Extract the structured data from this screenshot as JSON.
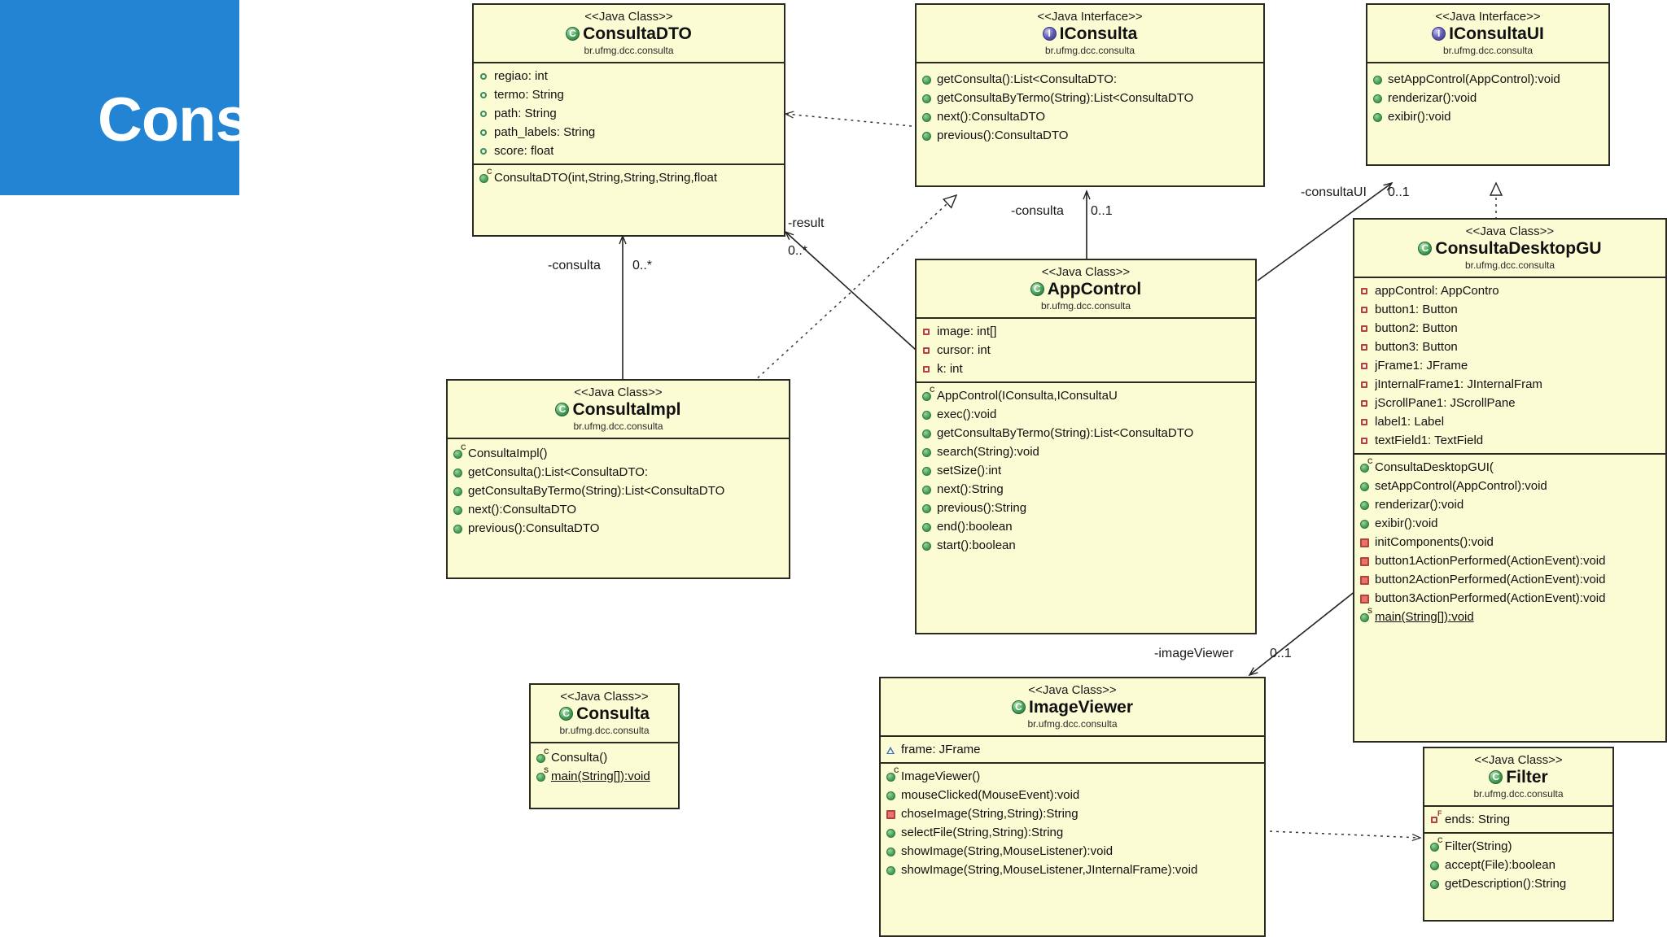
{
  "banner": {
    "title": "Consulta",
    "bg_color": "#2384d4",
    "text_color": "#ffffff"
  },
  "diagram": {
    "kind": "uml-class-diagram",
    "box_fill": "#fbfbd4",
    "box_border": "#2a2a20",
    "package": "br.ufmg.dcc.consulta",
    "stereotype_class": "<<Java Class>>",
    "stereotype_interface": "<<Java Interface>>"
  },
  "classes": [
    {
      "id": "consultadto",
      "stereotype": "<<Java Class>>",
      "name": "ConsultaDTO",
      "package": "br.ufmg.dcc.consulta",
      "icon": "class-icon",
      "attributes": [
        {
          "text": "regiao: int",
          "marker": "attr-pub"
        },
        {
          "text": "termo: String",
          "marker": "attr-pub"
        },
        {
          "text": "path: String",
          "marker": "attr-pub"
        },
        {
          "text": "path_labels: String",
          "marker": "attr-pub"
        },
        {
          "text": "score: float",
          "marker": "attr-pub"
        }
      ],
      "operations": [
        {
          "text": "ConsultaDTO(int,String,String,String,float",
          "marker": "op-pub",
          "badge": "C"
        }
      ]
    },
    {
      "id": "iconsulta",
      "stereotype": "<<Java Interface>>",
      "name": "IConsulta",
      "package": "br.ufmg.dcc.consulta",
      "icon": "interface-icon",
      "attributes": [],
      "operations": [
        {
          "text": "getConsulta():List<ConsultaDTO:",
          "marker": "op-pub"
        },
        {
          "text": "getConsultaByTermo(String):List<ConsultaDTO",
          "marker": "op-pub"
        },
        {
          "text": "next():ConsultaDTO",
          "marker": "op-pub"
        },
        {
          "text": "previous():ConsultaDTO",
          "marker": "op-pub"
        }
      ]
    },
    {
      "id": "iconsultaui",
      "stereotype": "<<Java Interface>>",
      "name": "IConsultaUI",
      "package": "br.ufmg.dcc.consulta",
      "icon": "interface-icon",
      "attributes": [],
      "operations": [
        {
          "text": "setAppControl(AppControl):void",
          "marker": "op-pub"
        },
        {
          "text": "renderizar():void",
          "marker": "op-pub"
        },
        {
          "text": "exibir():void",
          "marker": "op-pub"
        }
      ]
    },
    {
      "id": "consultaimpl",
      "stereotype": "<<Java Class>>",
      "name": "ConsultaImpl",
      "package": "br.ufmg.dcc.consulta",
      "icon": "class-icon",
      "attributes": [],
      "operations": [
        {
          "text": "ConsultaImpl()",
          "marker": "op-pub",
          "badge": "C"
        },
        {
          "text": "getConsulta():List<ConsultaDTO:",
          "marker": "op-pub"
        },
        {
          "text": "getConsultaByTermo(String):List<ConsultaDTO",
          "marker": "op-pub"
        },
        {
          "text": "next():ConsultaDTO",
          "marker": "op-pub"
        },
        {
          "text": "previous():ConsultaDTO",
          "marker": "op-pub"
        }
      ]
    },
    {
      "id": "appcontrol",
      "stereotype": "<<Java Class>>",
      "name": "AppControl",
      "package": "br.ufmg.dcc.consulta",
      "icon": "class-icon",
      "attributes": [
        {
          "text": "image: int[]",
          "marker": "attr-priv"
        },
        {
          "text": "cursor: int",
          "marker": "attr-priv"
        },
        {
          "text": "k: int",
          "marker": "attr-priv"
        }
      ],
      "operations": [
        {
          "text": "AppControl(IConsulta,IConsultaU",
          "marker": "op-pub",
          "badge": "C"
        },
        {
          "text": "exec():void",
          "marker": "op-pub"
        },
        {
          "text": "getConsultaByTermo(String):List<ConsultaDTO",
          "marker": "op-pub"
        },
        {
          "text": "search(String):void",
          "marker": "op-pub"
        },
        {
          "text": "setSize():int",
          "marker": "op-pub"
        },
        {
          "text": "next():String",
          "marker": "op-pub"
        },
        {
          "text": "previous():String",
          "marker": "op-pub"
        },
        {
          "text": "end():boolean",
          "marker": "op-pub"
        },
        {
          "text": "start():boolean",
          "marker": "op-pub"
        }
      ]
    },
    {
      "id": "consultadesktopgui",
      "stereotype": "<<Java Class>>",
      "name": "ConsultaDesktopGU",
      "package": "br.ufmg.dcc.consulta",
      "icon": "class-icon",
      "attributes": [
        {
          "text": "appControl: AppContro",
          "marker": "attr-priv"
        },
        {
          "text": "button1: Button",
          "marker": "attr-priv"
        },
        {
          "text": "button2: Button",
          "marker": "attr-priv"
        },
        {
          "text": "button3: Button",
          "marker": "attr-priv"
        },
        {
          "text": "jFrame1: JFrame",
          "marker": "attr-priv"
        },
        {
          "text": "jInternalFrame1: JInternalFram",
          "marker": "attr-priv"
        },
        {
          "text": "jScrollPane1: JScrollPane",
          "marker": "attr-priv"
        },
        {
          "text": "label1: Label",
          "marker": "attr-priv"
        },
        {
          "text": "textField1: TextField",
          "marker": "attr-priv"
        }
      ],
      "operations": [
        {
          "text": "ConsultaDesktopGUI(",
          "marker": "op-pub",
          "badge": "C"
        },
        {
          "text": "setAppControl(AppControl):void",
          "marker": "op-pub"
        },
        {
          "text": "renderizar():void",
          "marker": "op-pub"
        },
        {
          "text": "exibir():void",
          "marker": "op-pub"
        },
        {
          "text": "initComponents():void",
          "marker": "op-priv"
        },
        {
          "text": "button1ActionPerformed(ActionEvent):void",
          "marker": "op-priv"
        },
        {
          "text": "button2ActionPerformed(ActionEvent):void",
          "marker": "op-priv"
        },
        {
          "text": "button3ActionPerformed(ActionEvent):void",
          "marker": "op-priv"
        },
        {
          "text": "main(String[]):void",
          "marker": "op-pub",
          "badge": "S",
          "underline": true
        }
      ]
    },
    {
      "id": "consulta",
      "stereotype": "<<Java Class>>",
      "name": "Consulta",
      "package": "br.ufmg.dcc.consulta",
      "icon": "class-icon",
      "attributes": [],
      "operations": [
        {
          "text": "Consulta()",
          "marker": "op-pub",
          "badge": "C"
        },
        {
          "text": "main(String[]):void",
          "marker": "op-pub",
          "badge": "S",
          "underline": true
        }
      ]
    },
    {
      "id": "imageviewer",
      "stereotype": "<<Java Class>>",
      "name": "ImageViewer",
      "package": "br.ufmg.dcc.consulta",
      "icon": "class-icon",
      "attributes": [
        {
          "text": "frame: JFrame",
          "marker": "attr-prot"
        }
      ],
      "operations": [
        {
          "text": "ImageViewer()",
          "marker": "op-pub",
          "badge": "C"
        },
        {
          "text": "mouseClicked(MouseEvent):void",
          "marker": "op-pub"
        },
        {
          "text": "choseImage(String,String):String",
          "marker": "op-priv"
        },
        {
          "text": "selectFile(String,String):String",
          "marker": "op-pub"
        },
        {
          "text": "showImage(String,MouseListener):void",
          "marker": "op-pub"
        },
        {
          "text": "showImage(String,MouseListener,JInternalFrame):void",
          "marker": "op-pub"
        }
      ]
    },
    {
      "id": "filter",
      "stereotype": "<<Java Class>>",
      "name": "Filter",
      "package": "br.ufmg.dcc.consulta",
      "icon": "class-icon",
      "attributes": [
        {
          "text": "ends: String",
          "marker": "attr-priv",
          "badge": "F"
        }
      ],
      "operations": [
        {
          "text": "Filter(String)",
          "marker": "op-pub",
          "badge": "C"
        },
        {
          "text": "accept(File):boolean",
          "marker": "op-pub"
        },
        {
          "text": "getDescription():String",
          "marker": "op-pub"
        }
      ]
    }
  ],
  "relationships": [
    {
      "id": "rel-consultaimpl-dto",
      "role": "-consulta",
      "multiplicity": "0..*",
      "type": "association"
    },
    {
      "id": "rel-appcontrol-dto",
      "role": "-result",
      "multiplicity": "0..*",
      "type": "association"
    },
    {
      "id": "rel-appcontrol-iconsulta",
      "role": "-consulta",
      "multiplicity": "0..1",
      "type": "association"
    },
    {
      "id": "rel-appcontrol-iconsultaui",
      "role": "-consultaUI",
      "multiplicity": "0..1",
      "type": "association"
    },
    {
      "id": "rel-appcontrol-imageviewer",
      "role": "-imageViewer",
      "multiplicity": "0..1",
      "type": "association"
    }
  ]
}
